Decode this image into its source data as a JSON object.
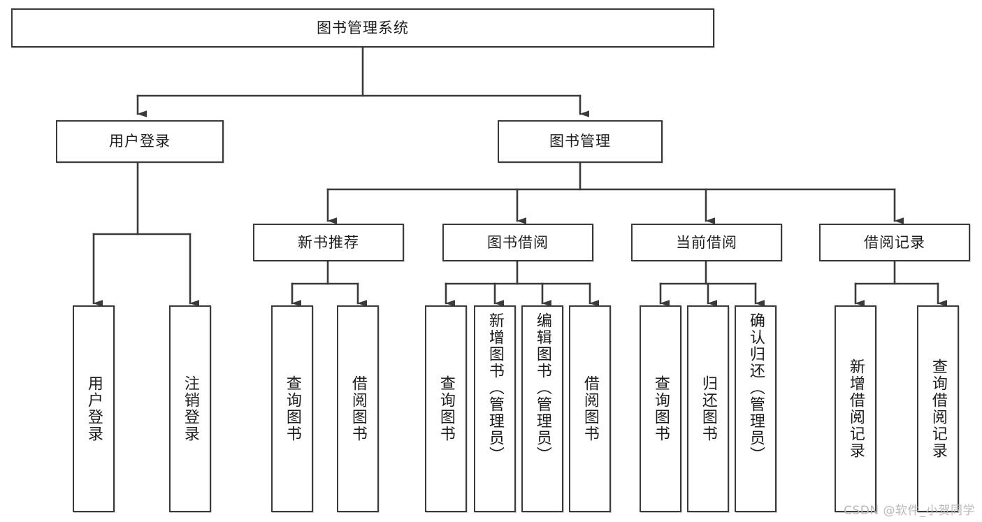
{
  "diagram": {
    "title": "图书管理系统",
    "type": "tree",
    "watermark": "CSDN @软件_小贺同学",
    "colors": {
      "line": "#3a3a3a",
      "box_border": "#3a3a3a",
      "box_fill": "#ffffff",
      "text": "#1c1c1c",
      "watermark": "#b9b9b9",
      "background": "#ffffff"
    },
    "nodes": {
      "root": {
        "label": "图书管理系统"
      },
      "level2": [
        {
          "id": "user-login",
          "label": "用户登录"
        },
        {
          "id": "book-manage",
          "label": "图书管理"
        }
      ],
      "level3": [
        {
          "id": "new-book-recommend",
          "label": "新书推荐"
        },
        {
          "id": "book-borrow",
          "label": "图书借阅"
        },
        {
          "id": "current-borrow",
          "label": "当前借阅"
        },
        {
          "id": "borrow-record",
          "label": "借阅记录"
        }
      ],
      "leaves": {
        "user-login": [
          {
            "id": "leaf-user-login",
            "label": "用户登录"
          },
          {
            "id": "leaf-user-logout",
            "label": "注销登录"
          }
        ],
        "new-book-recommend": [
          {
            "id": "leaf-query-book-1",
            "label": "查询图书"
          },
          {
            "id": "leaf-borrow-book-1",
            "label": "借阅图书"
          }
        ],
        "book-borrow": [
          {
            "id": "leaf-query-book-2",
            "label": "查询图书"
          },
          {
            "id": "leaf-add-book",
            "label": "新增图书（管理员）"
          },
          {
            "id": "leaf-edit-book",
            "label": "编辑图书（管理员）"
          },
          {
            "id": "leaf-borrow-book-2",
            "label": "借阅图书"
          }
        ],
        "current-borrow": [
          {
            "id": "leaf-query-book-3",
            "label": "查询图书"
          },
          {
            "id": "leaf-return-book",
            "label": "归还图书"
          },
          {
            "id": "leaf-confirm-return",
            "label": "确认归还（管理员）"
          }
        ],
        "borrow-record": [
          {
            "id": "leaf-add-record",
            "label": "新增借阅记录"
          },
          {
            "id": "leaf-query-record",
            "label": "查询借阅记录"
          }
        ]
      }
    }
  }
}
